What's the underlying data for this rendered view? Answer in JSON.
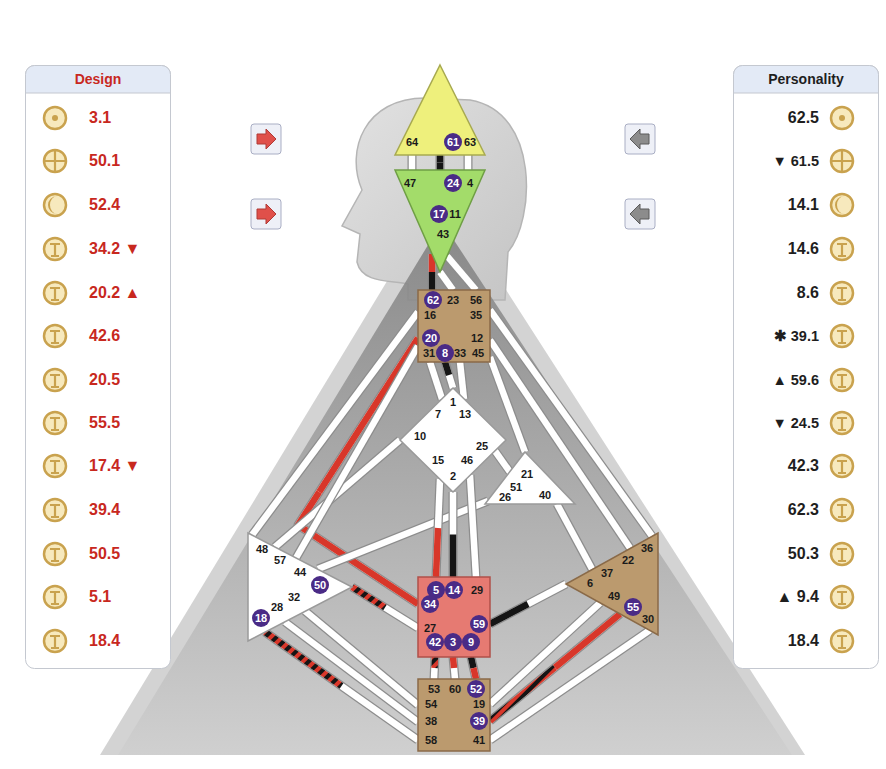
{
  "diagram": {
    "nodes": [
      {
        "text": [
          "Design",
          "3.1",
          "50.1",
          "52.4",
          "34.2 ▼",
          "20.2 ▲",
          "42.6",
          "20.5",
          "55.5",
          "17.4 ▼",
          "39.4",
          "50.5",
          "5.1",
          "18.4"
        ]
      },
      {
        "text": [
          "Personality",
          "62.5",
          "▼ 61.5",
          "14.1",
          "14.6",
          "8.6",
          "✱ 39.1",
          "▲ 59.6",
          "▼ 24.5",
          "42.3",
          "62.3",
          "50.3",
          "▲ 9.4",
          "18.4"
        ]
      },
      {
        "text": [
          "64",
          "61",
          "63"
        ]
      },
      {
        "text": [
          "47",
          "24",
          "4",
          "17",
          "11",
          "43"
        ]
      },
      {
        "text": [
          "62",
          "23",
          "56",
          "16",
          "35",
          "20",
          "12",
          "31",
          "8",
          "33",
          "45"
        ]
      },
      {
        "text": [
          "1",
          "7",
          "13",
          "10",
          "15",
          "46",
          "25",
          "2"
        ]
      },
      {
        "text": [
          "21",
          "51",
          "26",
          "40"
        ]
      },
      {
        "text": [
          "48",
          "57",
          "44",
          "50",
          "32",
          "28",
          "18"
        ]
      },
      {
        "text": [
          "5",
          "14",
          "29",
          "34",
          "59",
          "27",
          "42",
          "3",
          "9"
        ]
      },
      {
        "text": [
          "36",
          "22",
          "37",
          "6",
          "49",
          "55",
          "30"
        ]
      },
      {
        "text": [
          "53",
          "60",
          "52",
          "54",
          "19",
          "38",
          "39",
          "58",
          "41"
        ]
      }
    ],
    "edges": [
      {
        "from": 2,
        "to": 3,
        "arrow": "none"
      },
      {
        "from": 2,
        "to": 3,
        "arrow": "none"
      },
      {
        "from": 2,
        "to": 3,
        "arrow": "none"
      },
      {
        "from": 3,
        "to": 4,
        "arrow": "none"
      },
      {
        "from": 3,
        "to": 4,
        "arrow": "none"
      },
      {
        "from": 3,
        "to": 4,
        "arrow": "none"
      },
      {
        "from": 4,
        "to": 5,
        "arrow": "none"
      },
      {
        "from": 4,
        "to": 5,
        "arrow": "none"
      },
      {
        "from": 4,
        "to": 5,
        "arrow": "none"
      },
      {
        "from": 4,
        "to": 8,
        "arrow": "none"
      },
      {
        "from": 5,
        "to": 7,
        "arrow": "none"
      },
      {
        "from": 7,
        "to": 4,
        "arrow": "none"
      },
      {
        "from": 6,
        "to": 7,
        "arrow": "none"
      },
      {
        "from": 4,
        "to": 7,
        "arrow": "none"
      },
      {
        "from": 4,
        "to": 9,
        "arrow": "none"
      },
      {
        "from": 4,
        "to": 9,
        "arrow": "none"
      },
      {
        "from": 4,
        "to": 6,
        "arrow": "none"
      },
      {
        "from": 5,
        "to": 6,
        "arrow": "none"
      },
      {
        "from": 5,
        "to": 8,
        "arrow": "none"
      },
      {
        "from": 5,
        "to": 8,
        "arrow": "none"
      },
      {
        "from": 5,
        "to": 8,
        "arrow": "none"
      },
      {
        "from": 6,
        "to": 9,
        "arrow": "none"
      },
      {
        "from": 8,
        "to": 9,
        "arrow": "none"
      },
      {
        "from": 7,
        "to": 8,
        "arrow": "none"
      },
      {
        "from": 7,
        "to": 10,
        "arrow": "none"
      },
      {
        "from": 7,
        "to": 10,
        "arrow": "none"
      },
      {
        "from": 7,
        "to": 10,
        "arrow": "none"
      },
      {
        "from": 8,
        "to": 10,
        "arrow": "none"
      },
      {
        "from": 8,
        "to": 10,
        "arrow": "none"
      },
      {
        "from": 8,
        "to": 10,
        "arrow": "none"
      },
      {
        "from": 9,
        "to": 10,
        "arrow": "none"
      },
      {
        "from": 9,
        "to": 10,
        "arrow": "none"
      },
      {
        "from": 9,
        "to": 10,
        "arrow": "none"
      }
    ]
  }
}
